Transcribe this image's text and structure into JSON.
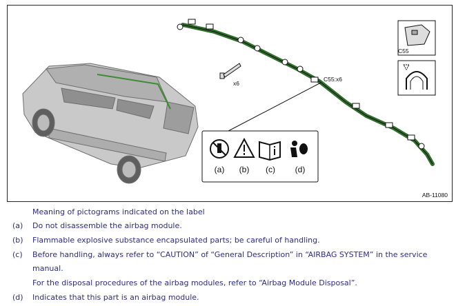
{
  "figure": {
    "figure_id": "AB-11080",
    "connector_callout": "C55:x6",
    "bolt_callout": "x6",
    "connector_label": "C55",
    "pictograms": [
      {
        "letter": "(a)",
        "icon": "no-disassembly-icon"
      },
      {
        "letter": "(b)",
        "icon": "warning-triangle-icon"
      },
      {
        "letter": "(c)",
        "icon": "manual-info-icon"
      },
      {
        "letter": "(d)",
        "icon": "airbag-person-icon"
      }
    ],
    "colors": {
      "harness": "#2f6e2a",
      "line": "#222222",
      "text": "#2b2b8a"
    }
  },
  "notes": {
    "heading": "Meaning of pictograms indicated on the label",
    "items": [
      {
        "tag": "(a)",
        "text": "Do not disassemble the airbag module."
      },
      {
        "tag": "(b)",
        "text": "Flammable explosive substance encapsulated parts; be careful of handling."
      },
      {
        "tag": "(c)",
        "text": "Before handling, always refer to “CAUTION” of “General Description” in “AIRBAG SYSTEM” in the service manual."
      },
      {
        "tag": "",
        "text": "For the disposal procedures of the airbag modules, refer to “Airbag Module Disposal”."
      },
      {
        "tag": "(d)",
        "text": "Indicates that this part is an airbag module."
      }
    ]
  }
}
